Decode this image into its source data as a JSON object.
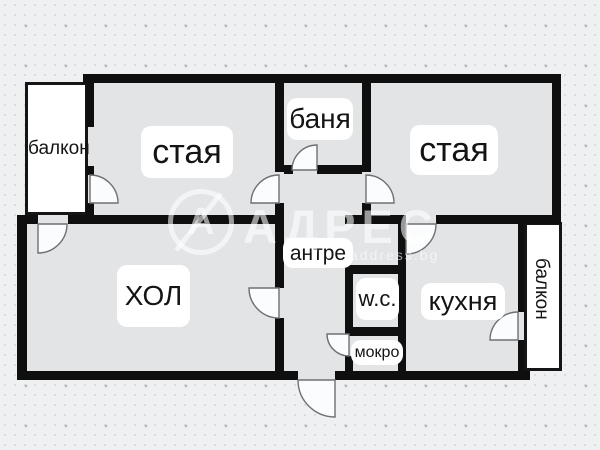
{
  "plan": {
    "wall_color": "#0f0f10",
    "room_fill": "#e3e4e6",
    "background": "#eef0f2",
    "rooms": {
      "staya1": {
        "label": "стая"
      },
      "banya": {
        "label": "баня"
      },
      "staya2": {
        "label": "стая"
      },
      "hol": {
        "label": "ХОЛ"
      },
      "antre": {
        "label": "антре"
      },
      "wc": {
        "label": "w.c."
      },
      "kuhnya": {
        "label": "кухня"
      },
      "mokro": {
        "label": "мокро"
      },
      "balkon_left": {
        "label": "балкон"
      },
      "balkon_right": {
        "label": "балкон"
      }
    },
    "watermark": {
      "logo_letter": "А",
      "brand": "АДРЕС",
      "site": "address.bg"
    }
  }
}
